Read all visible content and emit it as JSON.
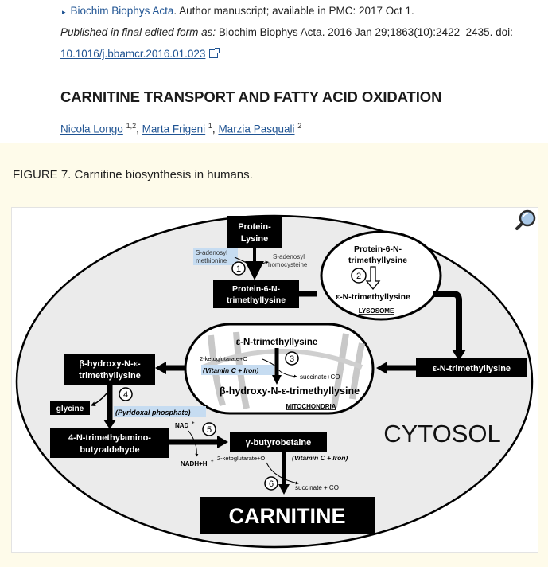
{
  "header": {
    "journal_link": "Biochim Biophys Acta",
    "manuscript_note": ". Author manuscript; available in PMC: 2017 Oct 1.",
    "published_label": "Published in final edited form as:",
    "published_text": " Biochim Biophys Acta. 2016 Jan 29;1863(10):2422–2435. doi: ",
    "doi": "10.1016/j.bbamcr.2016.01.023"
  },
  "article": {
    "title": "CARNITINE TRANSPORT AND FATTY ACID OXIDATION",
    "authors": [
      {
        "name": "Nicola Longo",
        "affil": "1,2"
      },
      {
        "name": "Marta Frigeni",
        "affil": "1"
      },
      {
        "name": "Marzia Pasquali",
        "affil": "2"
      }
    ]
  },
  "figure": {
    "caption": "FIGURE 7. Carnitine biosynthesis in humans.",
    "labels": {
      "protein_lysine_1": "Protein-",
      "protein_lysine_2": "Lysine",
      "sam_1": "S-adenosyl",
      "sam_2": "methionine",
      "sah_1": "S-adenosyl",
      "sah_2": "homocysteine",
      "p6n_1": "Protein-6-N-",
      "p6n_2": "trimethyllysine",
      "lys_p6n_1": "Protein-6-N-",
      "lys_p6n_2": "trimethyllysine",
      "lys_entml": "ε-N-trimethyllysine",
      "lysosome": "LYSOSOME",
      "mito_entml": "ε-N-trimethyllysine",
      "akg_o2": "2-ketoglutarate+O",
      "vitc": "(Vitamin C + Iron)",
      "succ_co2": "succinate+CO",
      "mito_bhtml": "β-hydroxy-N-ε-trimethyllysine",
      "mitochondria": "MITOCHONDRIA",
      "cyto_entml": "ε-N-trimethyllysine",
      "bh_1": "β-hydroxy-N-ε-",
      "bh_2": "trimethyllysine",
      "glycine": "glycine",
      "plp": "(Pyridoxal phosphate)",
      "tmaba_1": "4-N-trimethylamino-",
      "tmaba_2": "butyraldehyde",
      "nad": "NAD",
      "nadh": "NADH+H",
      "gbb": "γ-butyrobetaine",
      "akg_o2_2": "2-ketoglutarate+O",
      "vitc_2": "(Vitamin C + Iron)",
      "succ_co2_2": "succinate + CO",
      "carnitine": "CARNITINE",
      "cytosol": "CYTOSOL",
      "step1": "1",
      "step2": "2",
      "step3": "3",
      "step4": "4",
      "step5": "5",
      "step6": "6"
    }
  },
  "icons": {
    "magnify": "magnifying-glass-icon",
    "external": "external-link-icon"
  }
}
